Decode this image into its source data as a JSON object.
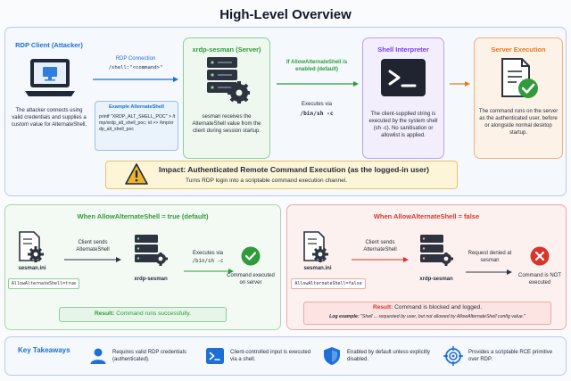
{
  "title": "High-Level Overview",
  "top": {
    "client": {
      "title": "RDP Client (Attacker)",
      "desc": "The attacker connects using valid credentials and supplies a custom value for AlternateShell."
    },
    "rdp_connection": {
      "label": "RDP Connection",
      "value": "/shell:\"<command>\""
    },
    "example": {
      "title": "Example AlternateShell",
      "code": "printf \"XRDP_ALT_SHELL_POC\" > /tmp/xrdp_alt_shell_poc; id >> /tmp/xrdp_alt_shell_poc"
    },
    "sesman": {
      "title": "xrdp-sesman (Server)",
      "desc": "sesman receives the AlternateShell value from the client during session startup."
    },
    "condition": {
      "label": "If AllowAlternateShell is enabled (default)"
    },
    "exec": {
      "label": "Executes via",
      "cmd": "/bin/sh -c"
    },
    "shell": {
      "title": "Shell Interpreter",
      "desc": "The client-supplied string is executed by the system shell (sh -c). No sanitisation or allowlist is applied."
    },
    "server_exec": {
      "title": "Server Execution",
      "desc": "The command runs on the server as the authenticated user, before or alongside normal desktop startup."
    },
    "impact": {
      "label": "Impact:",
      "headline": "Authenticated Remote Command Execution (as the logged-in user)",
      "sub": "Turns RDP login into a scriptable command execution channel."
    }
  },
  "left": {
    "title": "When AllowAlternateShell = true (default)",
    "ini_label": "sesman.ini",
    "ini_value": "AllowAlternateShell=true",
    "client_sends": "Client sends AlternateShell",
    "sesman_label": "xrdp-sesman",
    "executes_via": "Executes via",
    "cmd": "/bin/sh -c",
    "outcome": "Command executed on server",
    "result_label": "Result:",
    "result_text": "Command runs successfully."
  },
  "right": {
    "title": "When AllowAlternateShell = false",
    "ini_label": "sesman.ini",
    "ini_value": "AllowAlternateShell=false",
    "client_sends": "Client sends AlternateShell",
    "sesman_label": "xrdp-sesman",
    "denied": "Request denied at sesman",
    "outcome": "Command is NOT executed",
    "result_label": "Result:",
    "result_text": "Command is blocked and logged.",
    "log_label": "Log example:",
    "log_text": "\"Shell ... requested by user, but not allowed by AllowAlternateShell config value.\""
  },
  "takeaways": {
    "title": "Key Takeaways",
    "items": [
      {
        "icon": "user-icon",
        "text": "Requires valid RDP credentials (authenticated)."
      },
      {
        "icon": "terminal-icon",
        "text": "Client-controlled input is executed via a shell."
      },
      {
        "icon": "shield-icon",
        "text": "Enabled by default unless explicitly disabled."
      },
      {
        "icon": "crosshair-icon",
        "text": "Provides a scriptable RCE primitive over RDP."
      }
    ]
  },
  "colors": {
    "blue": "#1d6fd6",
    "green": "#2f9b3a",
    "purple": "#7c3aed",
    "orange": "#ea7a1a",
    "red": "#d9342b",
    "amber": "#f0b429"
  }
}
